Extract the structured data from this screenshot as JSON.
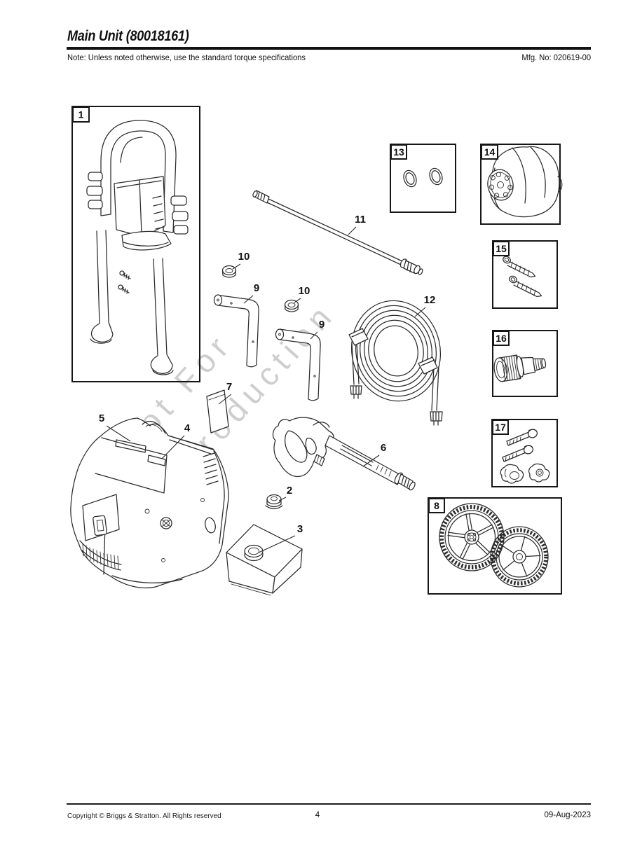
{
  "header": {
    "title": "Main Unit (80018161)",
    "note": "Note: Unless noted otherwise, use the standard torque specifications",
    "mfg_no": "Mfg. No: 020619-00"
  },
  "watermark": {
    "line1": "Not For",
    "line2": "Reproduction"
  },
  "diagram": {
    "boxed_parts": [
      {
        "ref": "1"
      },
      {
        "ref": "13"
      },
      {
        "ref": "14"
      },
      {
        "ref": "15"
      },
      {
        "ref": "16"
      },
      {
        "ref": "17"
      },
      {
        "ref": "8"
      }
    ],
    "callouts": [
      {
        "ref": "11"
      },
      {
        "ref": "10"
      },
      {
        "ref": "9"
      },
      {
        "ref": "10"
      },
      {
        "ref": "9"
      },
      {
        "ref": "12"
      },
      {
        "ref": "7"
      },
      {
        "ref": "5"
      },
      {
        "ref": "4"
      },
      {
        "ref": "6"
      },
      {
        "ref": "2"
      },
      {
        "ref": "3"
      }
    ]
  },
  "footer": {
    "copyright": "Copyright ©  Briggs & Stratton. All Rights reserved",
    "page_number": "4",
    "date": "09-Aug-2023"
  }
}
